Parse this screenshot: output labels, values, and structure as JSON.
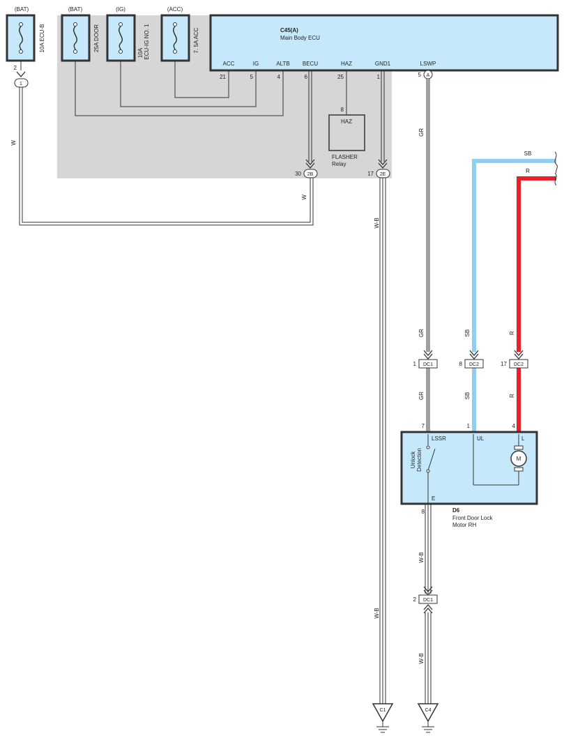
{
  "fuses": [
    {
      "source": "(BAT)",
      "name": "10A ECU-B"
    },
    {
      "source": "(BAT)",
      "name": "25A DOOR"
    },
    {
      "source": "(IG)",
      "name_line1": "10A",
      "name_line2": "ECU-IG NO. 1"
    },
    {
      "source": "(ACC)",
      "name": "7. 5A ACC"
    }
  ],
  "ecu": {
    "id": "C45(A)",
    "name": "Main Body ECU",
    "pins": [
      {
        "label": "ACC",
        "num": "21"
      },
      {
        "label": "IG",
        "num": "5"
      },
      {
        "label": "ALTB",
        "num": "4"
      },
      {
        "label": "BECU",
        "num": "6"
      },
      {
        "label": "HAZ",
        "num": "25"
      },
      {
        "label": "GND1",
        "num": "1"
      },
      {
        "label": "LSWP",
        "num": "5",
        "connector": "A"
      }
    ]
  },
  "flasher": {
    "label": "HAZ",
    "pin": "8",
    "name_line1": "FLASHER",
    "name_line2": "Relay"
  },
  "junctions": {
    "j1": {
      "id": "1",
      "pin": "2"
    },
    "j2b": {
      "id": "2B",
      "pin": "30"
    },
    "j2e": {
      "id": "2E",
      "pin": "17"
    }
  },
  "wire_colors": {
    "w": "W",
    "wb": "W-B",
    "gr": "GR",
    "sb": "SB",
    "r": "R",
    "hex": {
      "GR": "#a0a0a0",
      "SB": "#8fd0f0",
      "R": "#e8202a",
      "W": "#ffffff"
    }
  },
  "connectors": [
    {
      "pin": "1",
      "name": "DC1"
    },
    {
      "pin": "8",
      "name": "DC2"
    },
    {
      "pin": "17",
      "name": "DC2"
    },
    {
      "pin": "2",
      "name": "DC1"
    }
  ],
  "motor": {
    "id": "D6",
    "name_line1": "Front Door Lock",
    "name_line2": "Motor RH",
    "pins": {
      "lssr": "7",
      "ul": "1",
      "l": "4",
      "e": "8"
    },
    "labels": {
      "lssr": "LSSR",
      "ul": "UL",
      "l": "L",
      "e": "E",
      "m": "M",
      "detect_line1": "Unlock",
      "detect_line2": "Detection"
    }
  },
  "grounds": [
    "C1",
    "C4"
  ]
}
